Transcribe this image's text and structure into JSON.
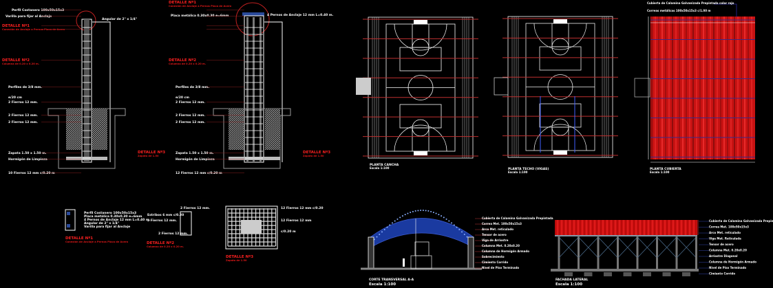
{
  "colors": {
    "background": "#000000",
    "lines": "#ffffff",
    "annotation": "#ff2020",
    "roof": "#d41414",
    "structure": "#1e3c8c"
  },
  "detail_a": {
    "labels": [
      "Perfil Costanero 100x50x15x3",
      "Varilla para fijar al Anclaje",
      "Perfiles de 3/8 mm.",
      "e/20 cm",
      "2 Fierros 12 mm.",
      "2 Fierros 12 mm.",
      "2 Fierros 12 mm.",
      "Zapata 1.50 x 1.50 m.",
      "Hormigón de Limpieza",
      "10 Fierros 12 mm c/0.20 m"
    ],
    "angle_label": "Angular de 2\" x 1/4\"",
    "callouts": [
      {
        "title": "DETALLE Nº1",
        "sub": "Conexión de Anclaje a Pernos Placa de Acero"
      },
      {
        "title": "DETALLE Nº2",
        "sub": "Columna de 0.20 x 0.20 m."
      },
      {
        "title": "DETALLE Nº3",
        "sub": "Zapata de 1.50"
      }
    ]
  },
  "detail_b": {
    "labels": [
      "Placa metálica 0.30x0.30 e=6mm",
      "4 Pernos de Anclaje 12 mm L=0.40 m.",
      "Perfiles de 3/8 mm.",
      "e/20 cm",
      "2 Fierros 12 mm.",
      "2 Fierros 12 mm.",
      "2 Fierros 12 mm.",
      "Zapata 1.50 x 1.50 m.",
      "Hormigón de Limpieza",
      "12 Fierros 12 mm c/0.20 m"
    ],
    "callouts": [
      {
        "title": "DETALLE Nº1",
        "sub": "Conexión de Anclaje a Pernos Placa de Acero"
      },
      {
        "title": "DETALLE Nº2",
        "sub": "Columna de 0.20 x 0.20 m."
      },
      {
        "title": "DETALLE Nº3",
        "sub": "Zapata de 1.50"
      }
    ]
  },
  "small_details": {
    "d1_labels": [
      "Perfil Costanero 100x50x15x3",
      "Placa metálica 0.30x0.30 e=6mm",
      "4 Pernos de Anclaje 12 mm L=0.40 m.",
      "Angular de 2\" x 1/4\"",
      "Varilla para fijar al Anclaje"
    ],
    "d1_title": "DETALLE Nº1",
    "d1_sub": "Conexión de Anclaje a Pernos Placa de Acero",
    "d2_labels": [
      "2 Fierros 12 mm.",
      "Estribos 6 mm c/0.20",
      "2 Fierros 12 mm.",
      "2 Fierros 12 mm."
    ],
    "d2_title": "DETALLE Nº2",
    "d2_sub": "Columna de 0.20 x 0.20 m.",
    "d3_labels": [
      "12 Fierros 12 mm c/0.20",
      "12 Fierros 12 mm",
      "c/0.20 m"
    ],
    "d3_title": "DETALLE Nº3",
    "d3_sub": "Zapata de 1.50"
  },
  "plans": [
    {
      "title": "PLANTA CANCHA",
      "scale": "Escala 1:100"
    },
    {
      "title": "PLANTA TECHO (VIGAS)",
      "scale": "Escala 1:100"
    },
    {
      "title": "PLANTA CUBIERTA",
      "scale": "Escala 1:100"
    }
  ],
  "roof_notes": [
    "Cubierta de Calamina Galvanizada Prepintada color rojo",
    "Correas metálicas 100x50x15x3 c/1.00 m"
  ],
  "section": {
    "title": "CORTE TRANSVERSAL A-A",
    "scale": "Escala 1:100",
    "notes": [
      "Cubierta de Calamina Galvanizada Prepintada",
      "Correa Met. 100x50x15x3",
      "Arco Met. reticulado",
      "Tensor de acero",
      "Viga de Arriostre",
      "Columna Met. 0.20x0.20",
      "Columna de Hormigón Armado",
      "Sobrecimiento",
      "Cimiento Corrido",
      "Nivel de Piso Terminado"
    ]
  },
  "facade": {
    "title": "FACHADA LATERAL",
    "scale": "Escala 1:100",
    "notes": [
      "Cubierta de Calamina Galvanizada Prepintada",
      "Correa Met. 100x50x15x3",
      "Arco Met. reticulado",
      "Viga Met. Reticulada",
      "Tensor de acero",
      "Columna Met. 0.20x0.20",
      "Arriostre Diagonal",
      "Columna de Hormigón Armado",
      "Nivel de Piso Terminado",
      "Cimiento Corrido"
    ]
  }
}
